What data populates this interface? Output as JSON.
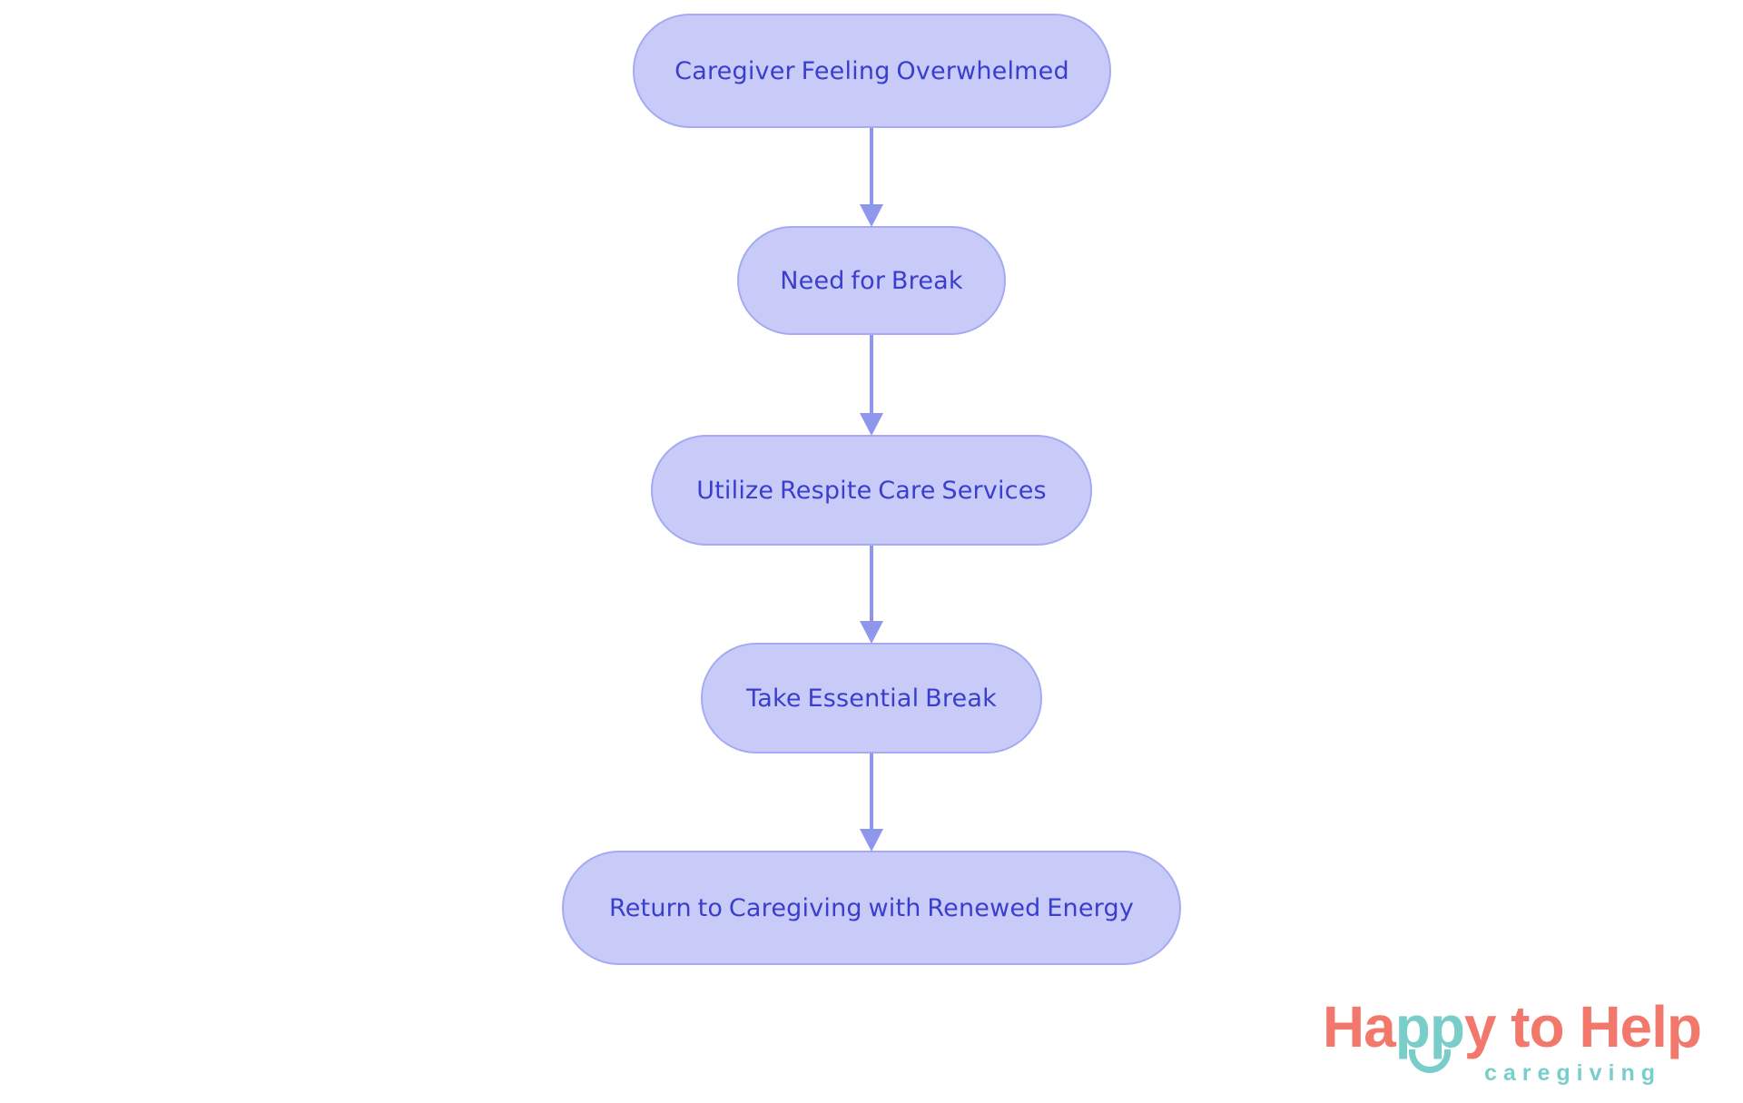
{
  "flowchart": {
    "nodes": [
      {
        "id": "overwhelmed",
        "label": "Caregiver Feeling Overwhelmed"
      },
      {
        "id": "need-break",
        "label": "Need for Break"
      },
      {
        "id": "respite",
        "label": "Utilize Respite Care Services"
      },
      {
        "id": "take-break",
        "label": "Take Essential Break"
      },
      {
        "id": "return",
        "label": "Return to Caregiving with Renewed Energy"
      }
    ],
    "edges": [
      {
        "from": "overwhelmed",
        "to": "need-break"
      },
      {
        "from": "need-break",
        "to": "respite"
      },
      {
        "from": "respite",
        "to": "take-break"
      },
      {
        "from": "take-break",
        "to": "return"
      }
    ],
    "colors": {
      "node_fill": "#c8cbf7",
      "node_border": "#a5aaf2",
      "node_text": "#3a3ecd",
      "arrow": "#8f97ec"
    }
  },
  "logo": {
    "title_part_ha": "Ha",
    "title_part_pp": "pp",
    "title_part_y": "y",
    "title_part_rest": "to Help",
    "tagline": "caregiving",
    "colors": {
      "coral": "#f3786c",
      "teal": "#7aceca"
    }
  }
}
